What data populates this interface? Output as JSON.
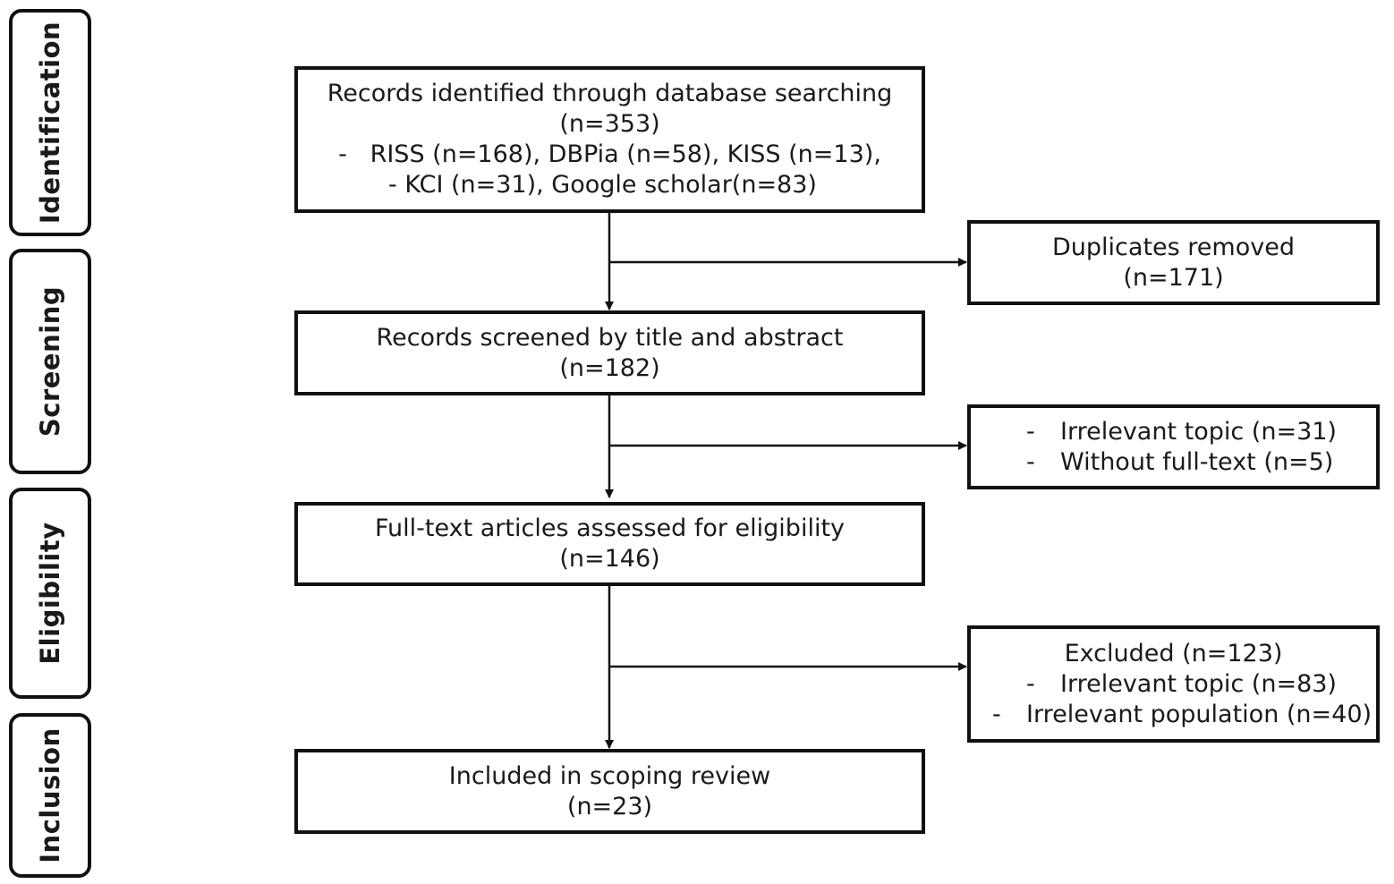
{
  "stages": [
    {
      "id": "identification",
      "label": "Identification"
    },
    {
      "id": "screening",
      "label": "Screening"
    },
    {
      "id": "eligibility",
      "label": "Eligibility"
    },
    {
      "id": "inclusion",
      "label": "Inclusion"
    }
  ],
  "main_boxes": {
    "identified": {
      "title": "Records identified through database searching",
      "count": "(n=353)",
      "sources_line1": "-   RISS (n=168), DBPia (n=58), KISS (n=13),",
      "sources_line2": "- KCI (n=31), Google scholar(n=83)"
    },
    "screened": {
      "title": "Records screened by title and abstract",
      "count": "(n=182)"
    },
    "eligibility": {
      "title": "Full-text articles assessed for eligibility",
      "count": "(n=146)"
    },
    "included": {
      "title": "Included in scoping review",
      "count": "(n=23)"
    }
  },
  "side_boxes": {
    "duplicates": {
      "title": "Duplicates removed",
      "count": "(n=171)"
    },
    "screen_excluded": {
      "items": [
        {
          "dash": "-",
          "text": "Irrelevant topic (n=31)"
        },
        {
          "dash": "-",
          "text": "Without full-text (n=5)"
        }
      ]
    },
    "full_text_excluded": {
      "title": "Excluded (n=123)",
      "items": [
        {
          "dash": "-",
          "text": "Irrelevant topic (n=83)"
        },
        {
          "dash": "-",
          "text": "Irrelevant population (n=40)"
        }
      ]
    }
  }
}
